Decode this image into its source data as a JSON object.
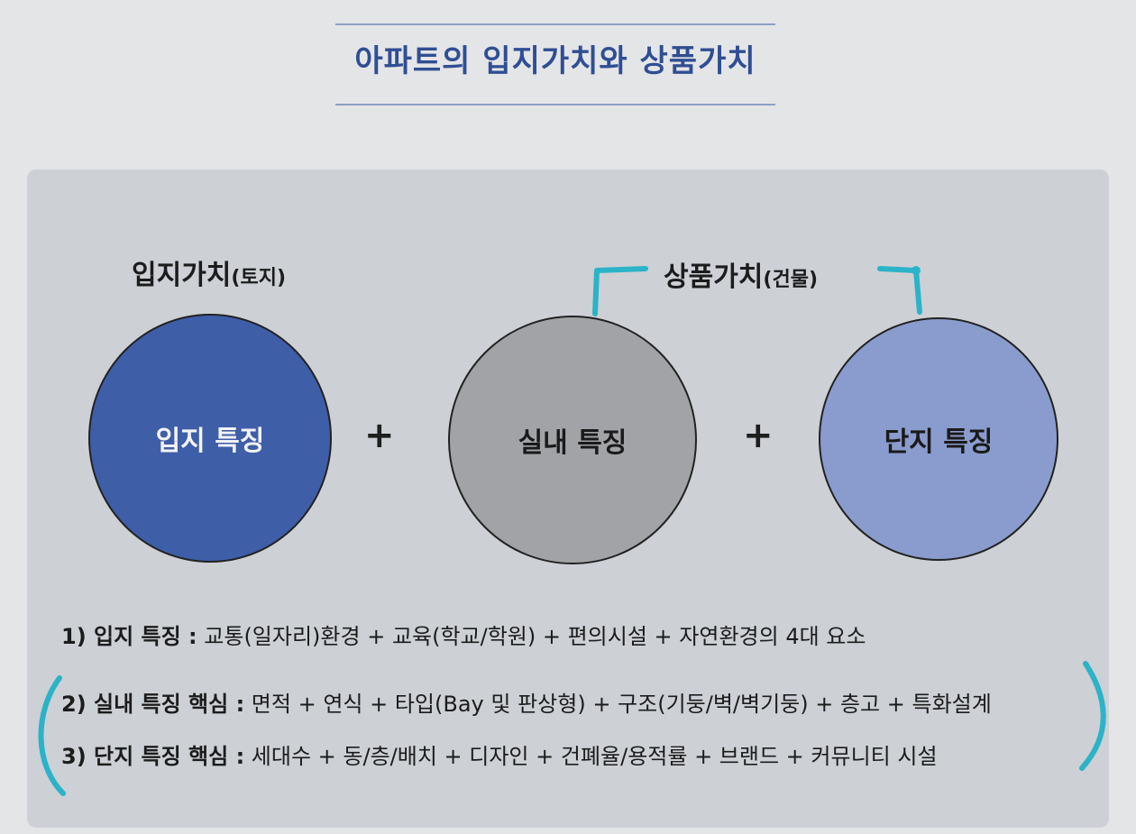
{
  "title": "아파트의 입지가치와 상품가치",
  "groups": {
    "location_value": {
      "label": "입지가치",
      "sub": "(토지)"
    },
    "product_value": {
      "label": "상품가치",
      "sub": "(건물)"
    }
  },
  "circles": [
    {
      "label": "입지 특징"
    },
    {
      "label": "실내 특징"
    },
    {
      "label": "단지 특징"
    }
  ],
  "operators": [
    "+",
    "+"
  ],
  "items": [
    {
      "head": "1) 입지 특징 :",
      "body": " 교통(일자리)환경 + 교육(학교/학원) + 편의시설 + 자연환경의 4대 요소"
    },
    {
      "head": "2) 실내 특징 핵심 :",
      "body": " 면적 + 연식 + 타입(Bay 및 판상형) + 구조(기둥/벽/벽기둥) + 층고 + 특화설계"
    },
    {
      "head": "3) 단지 특징 핵심 :",
      "body": " 세대수 + 동/층/배치 + 디자인 + 건폐율/용적률 + 브랜드 + 커뮤니티 시설"
    }
  ],
  "colors": {
    "title": "#2f4e93",
    "location_circle": "#3f5ea8",
    "interior_circle": "#a2a3a6",
    "complex_circle": "#8a9ccd",
    "highlighter": "#2bb3c8"
  }
}
